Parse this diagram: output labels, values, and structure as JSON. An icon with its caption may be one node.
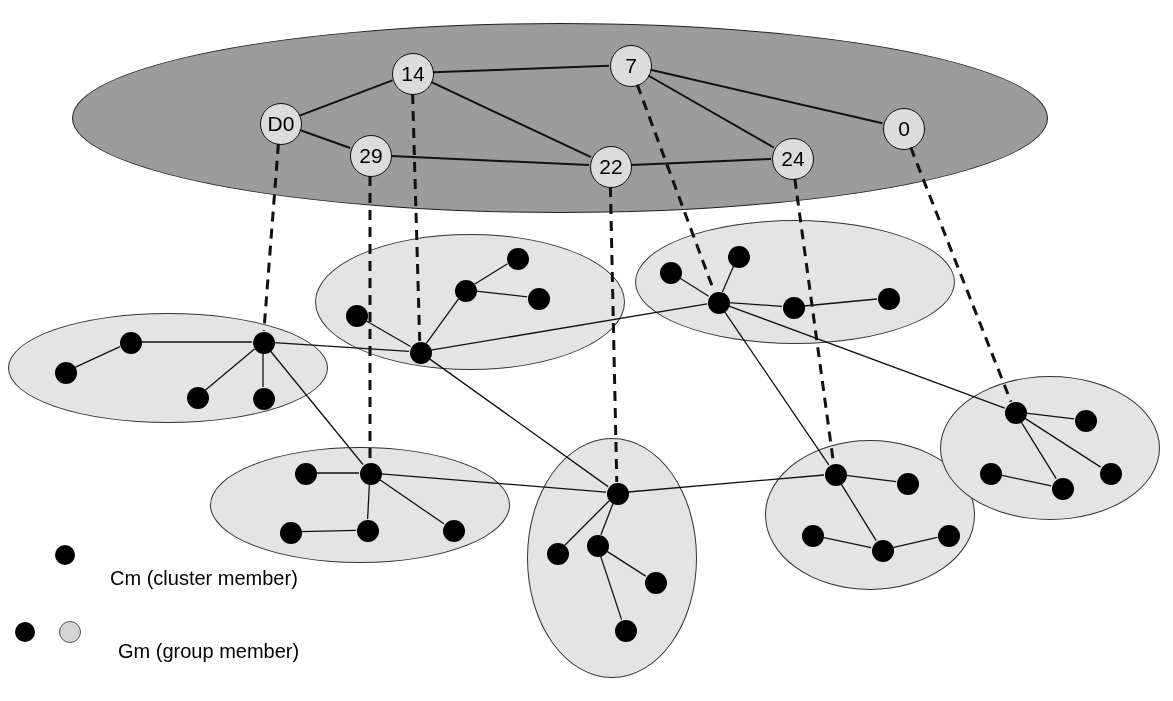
{
  "diagram": {
    "nodes": [
      {
        "text": [],
        "shape": "ellipse"
      },
      {
        "text": [
          "D0"
        ],
        "in": 0
      },
      {
        "text": [
          "14"
        ],
        "in": 0
      },
      {
        "text": [
          "29"
        ],
        "in": 0
      },
      {
        "text": [
          "22"
        ],
        "in": 0
      },
      {
        "text": [
          "7"
        ],
        "in": 0
      },
      {
        "text": [
          "24"
        ],
        "in": 0
      },
      {
        "text": [
          "0"
        ],
        "in": 0
      },
      {
        "text": [],
        "shape": "ellipse"
      },
      {
        "text": [],
        "shape": "circle",
        "in": 8
      },
      {
        "text": [],
        "shape": "circle",
        "in": 8
      },
      {
        "text": [],
        "shape": "circle",
        "in": 8
      },
      {
        "text": [],
        "shape": "circle",
        "in": 8
      },
      {
        "text": [],
        "shape": "circle",
        "in": 8
      },
      {
        "text": [],
        "shape": "ellipse"
      },
      {
        "text": [],
        "shape": "circle",
        "in": 14
      },
      {
        "text": [],
        "shape": "circle",
        "in": 14
      },
      {
        "text": [],
        "shape": "circle",
        "in": 14
      },
      {
        "text": [],
        "shape": "circle",
        "in": 14
      },
      {
        "text": [],
        "shape": "circle",
        "in": 14
      },
      {
        "text": [],
        "shape": "ellipse"
      },
      {
        "text": [],
        "shape": "circle",
        "in": 20
      },
      {
        "text": [],
        "shape": "circle",
        "in": 20
      },
      {
        "text": [],
        "shape": "circle",
        "in": 20
      },
      {
        "text": [],
        "shape": "circle",
        "in": 20
      },
      {
        "text": [],
        "shape": "circle",
        "in": 20
      },
      {
        "text": [],
        "shape": "ellipse"
      },
      {
        "text": [],
        "shape": "circle",
        "in": 26
      },
      {
        "text": [],
        "shape": "circle",
        "in": 26
      },
      {
        "text": [],
        "shape": "circle",
        "in": 26
      },
      {
        "text": [],
        "shape": "circle",
        "in": 26
      },
      {
        "text": [],
        "shape": "circle",
        "in": 26
      },
      {
        "text": [],
        "shape": "ellipse"
      },
      {
        "text": [],
        "shape": "circle",
        "in": 32
      },
      {
        "text": [],
        "shape": "circle",
        "in": 32
      },
      {
        "text": [],
        "shape": "circle",
        "in": 32
      },
      {
        "text": [],
        "shape": "circle",
        "in": 32
      },
      {
        "text": [],
        "shape": "circle",
        "in": 32
      },
      {
        "text": [],
        "shape": "ellipse"
      },
      {
        "text": [],
        "shape": "circle",
        "in": 38
      },
      {
        "text": [],
        "shape": "circle",
        "in": 38
      },
      {
        "text": [],
        "shape": "circle",
        "in": 38
      },
      {
        "text": [],
        "shape": "circle",
        "in": 38
      },
      {
        "text": [],
        "shape": "circle",
        "in": 38
      },
      {
        "text": [],
        "shape": "ellipse"
      },
      {
        "text": [],
        "shape": "circle",
        "in": 44
      },
      {
        "text": [],
        "shape": "circle",
        "in": 44
      },
      {
        "text": [],
        "shape": "circle",
        "in": 44
      },
      {
        "text": [],
        "shape": "circle",
        "in": 44
      },
      {
        "text": [],
        "shape": "circle",
        "in": 44
      }
    ],
    "edges": [
      {
        "from": 1,
        "to": 2,
        "arrow": "none"
      },
      {
        "from": 1,
        "to": 3,
        "arrow": "none"
      },
      {
        "from": 2,
        "to": 5,
        "arrow": "none"
      },
      {
        "from": 2,
        "to": 4,
        "arrow": "none"
      },
      {
        "from": 3,
        "to": 4,
        "arrow": "none"
      },
      {
        "from": 5,
        "to": 7,
        "arrow": "none"
      },
      {
        "from": 5,
        "to": 6,
        "arrow": "none"
      },
      {
        "from": 4,
        "to": 6,
        "arrow": "none"
      },
      {
        "from": 10,
        "to": 11,
        "arrow": "none"
      },
      {
        "from": 11,
        "to": 9,
        "arrow": "none"
      },
      {
        "from": 9,
        "to": 12,
        "arrow": "none"
      },
      {
        "from": 9,
        "to": 13,
        "arrow": "none"
      },
      {
        "from": 16,
        "to": 15,
        "arrow": "none"
      },
      {
        "from": 15,
        "to": 17,
        "arrow": "none"
      },
      {
        "from": 17,
        "to": 18,
        "arrow": "none"
      },
      {
        "from": 17,
        "to": 19,
        "arrow": "none"
      },
      {
        "from": 22,
        "to": 21,
        "arrow": "none"
      },
      {
        "from": 23,
        "to": 21,
        "arrow": "none"
      },
      {
        "from": 21,
        "to": 24,
        "arrow": "none"
      },
      {
        "from": 24,
        "to": 25,
        "arrow": "none"
      },
      {
        "from": 28,
        "to": 27,
        "arrow": "none"
      },
      {
        "from": 27,
        "to": 30,
        "arrow": "none"
      },
      {
        "from": 29,
        "to": 30,
        "arrow": "none"
      },
      {
        "from": 27,
        "to": 31,
        "arrow": "none"
      },
      {
        "from": 33,
        "to": 34,
        "arrow": "none"
      },
      {
        "from": 33,
        "to": 35,
        "arrow": "none"
      },
      {
        "from": 35,
        "to": 36,
        "arrow": "none"
      },
      {
        "from": 35,
        "to": 37,
        "arrow": "none"
      },
      {
        "from": 39,
        "to": 40,
        "arrow": "none"
      },
      {
        "from": 39,
        "to": 42,
        "arrow": "none"
      },
      {
        "from": 41,
        "to": 42,
        "arrow": "none"
      },
      {
        "from": 42,
        "to": 43,
        "arrow": "none"
      },
      {
        "from": 45,
        "to": 46,
        "arrow": "none"
      },
      {
        "from": 45,
        "to": 49,
        "arrow": "none"
      },
      {
        "from": 45,
        "to": 48,
        "arrow": "none"
      },
      {
        "from": 47,
        "to": 48,
        "arrow": "none"
      },
      {
        "from": 9,
        "to": 15,
        "arrow": "none"
      },
      {
        "from": 9,
        "to": 27,
        "arrow": "none"
      },
      {
        "from": 15,
        "to": 21,
        "arrow": "none"
      },
      {
        "from": 15,
        "to": 33,
        "arrow": "none"
      },
      {
        "from": 27,
        "to": 33,
        "arrow": "none"
      },
      {
        "from": 21,
        "to": 39,
        "arrow": "none"
      },
      {
        "from": 21,
        "to": 45,
        "arrow": "none"
      },
      {
        "from": 33,
        "to": 39,
        "arrow": "none"
      },
      {
        "from": 1,
        "to": 9,
        "arrow": "none",
        "style": "dashed"
      },
      {
        "from": 3,
        "to": 27,
        "arrow": "none",
        "style": "dashed"
      },
      {
        "from": 2,
        "to": 15,
        "arrow": "none",
        "style": "dashed"
      },
      {
        "from": 4,
        "to": 33,
        "arrow": "none",
        "style": "dashed"
      },
      {
        "from": 5,
        "to": 21,
        "arrow": "none",
        "style": "dashed"
      },
      {
        "from": 6,
        "to": 39,
        "arrow": "none",
        "style": "dashed"
      },
      {
        "from": 7,
        "to": 45,
        "arrow": "none",
        "style": "dashed"
      }
    ],
    "legend": [
      {
        "text": "Cm (cluster member)"
      },
      {
        "text": "Gm (group member)"
      }
    ]
  }
}
